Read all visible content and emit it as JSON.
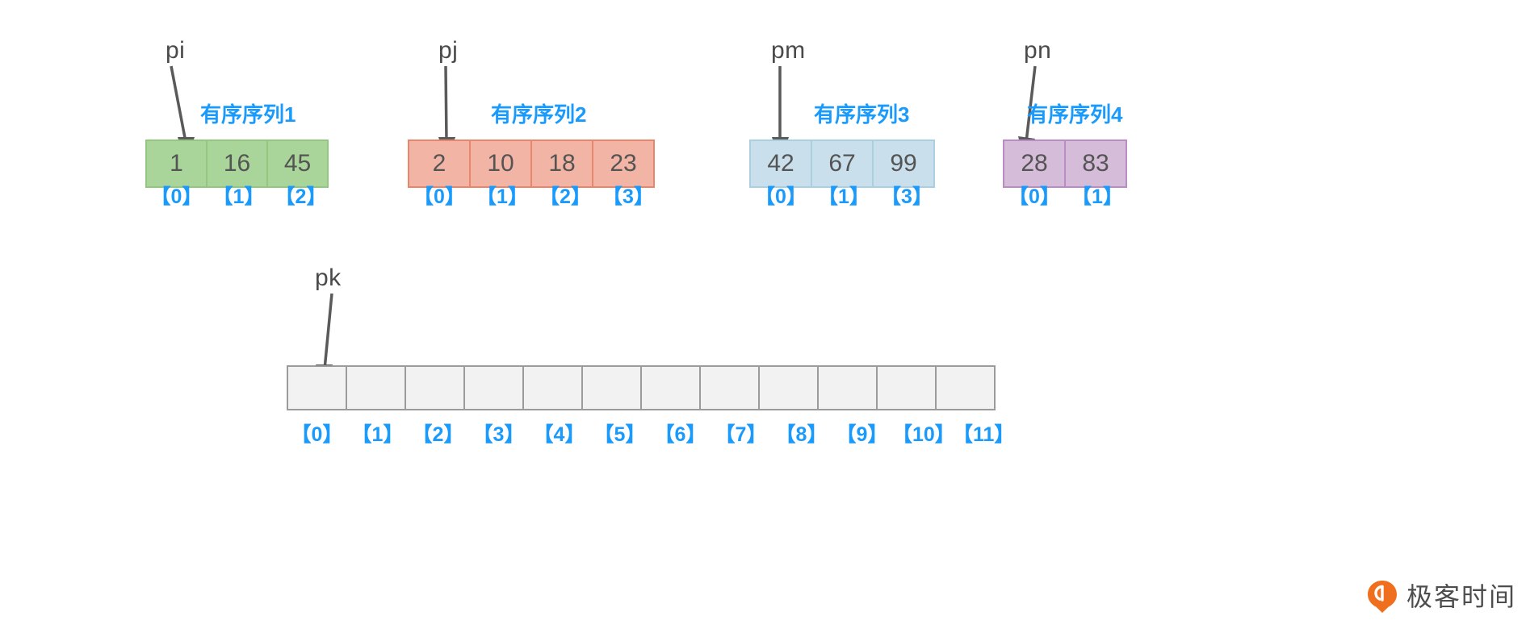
{
  "diagram": {
    "title_color": "#1a9bfc",
    "value_color": "#545454",
    "pointer_color": "#4a4a4a"
  },
  "pointers": {
    "pi": "pi",
    "pj": "pj",
    "pm": "pm",
    "pn": "pn",
    "pk": "pk"
  },
  "sequences": [
    {
      "title": "有序序列1",
      "color": "#a9d49a",
      "border": "#93c67f",
      "pointer": "pi",
      "values": [
        "1",
        "16",
        "45"
      ],
      "indices": [
        "【0】",
        "【1】",
        "【2】"
      ]
    },
    {
      "title": "有序序列2",
      "color": "#f2b5a5",
      "border": "#e8856a",
      "pointer": "pj",
      "values": [
        "2",
        "10",
        "18",
        "23"
      ],
      "indices": [
        "【0】",
        "【1】",
        "【2】",
        "【3】"
      ]
    },
    {
      "title": "有序序列3",
      "color": "#c9dfeb",
      "border": "#aacfe1",
      "pointer": "pm",
      "values": [
        "42",
        "67",
        "99"
      ],
      "indices": [
        "【0】",
        "【1】",
        "【3】"
      ]
    },
    {
      "title": "有序序列4",
      "color": "#d5bcd8",
      "border": "#b98cc4",
      "pointer": "pn",
      "values": [
        "28",
        "83"
      ],
      "indices": [
        "【0】",
        "【1】"
      ]
    }
  ],
  "result_array": {
    "pointer": "pk",
    "color": "#f2f2f2",
    "border": "#9b9b9b",
    "cell_count": 12,
    "values": [
      "",
      "",
      "",
      "",
      "",
      "",
      "",
      "",
      "",
      "",
      "",
      ""
    ],
    "indices": [
      "【0】",
      "【1】",
      "【2】",
      "【3】",
      "【4】",
      "【5】",
      "【6】",
      "【7】",
      "【8】",
      "【9】",
      "【10】",
      "【11】"
    ]
  },
  "watermark": {
    "text": "极客时间",
    "logo_color": "#f06f1e"
  }
}
